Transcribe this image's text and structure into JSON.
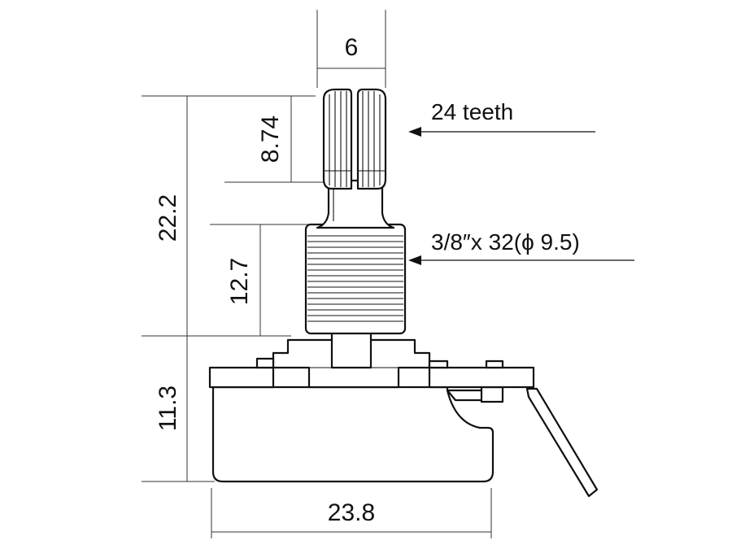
{
  "dimensions": {
    "shaft_width": "6",
    "knurl_length": "8.74",
    "total_height": "22.2",
    "bushing_length": "12.7",
    "body_height": "11.3",
    "body_width": "23.8"
  },
  "callouts": {
    "teeth": "24 teeth",
    "thread": "3/8″x 32(ϕ 9.5)"
  },
  "colors": {
    "line": "#111111",
    "background": "#ffffff"
  }
}
